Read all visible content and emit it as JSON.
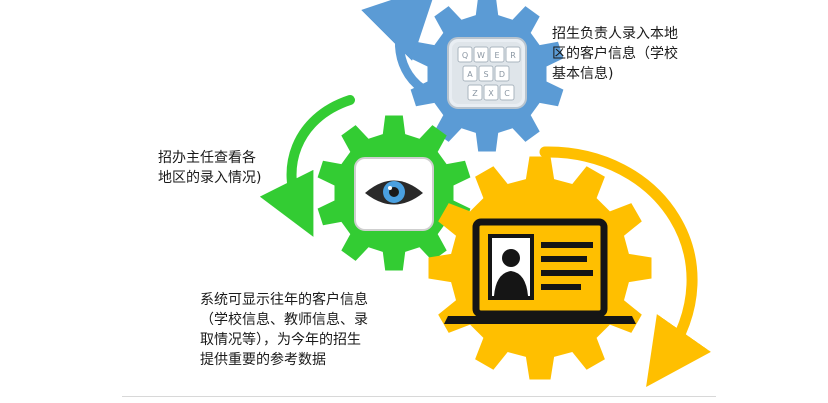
{
  "captions": {
    "recruiter": {
      "lines": [
        "招生负责人录入本地",
        "区的客户信息（学校",
        "基本信息)"
      ]
    },
    "director": {
      "lines": [
        "招办主任查看各",
        "地区的录入情况)"
      ]
    },
    "system": {
      "lines": [
        "系统可显示往年的客户信息",
        "（学校信息、教师信息、录",
        "取情况等），为今年的招生",
        "提供重要的参考数据"
      ]
    }
  },
  "keyboard_keys": [
    "Q",
    "W",
    "E",
    "R",
    "A",
    "S",
    "D",
    "Z",
    "X",
    "C"
  ],
  "colors": {
    "blue_gear": "#5b9bd5",
    "green_gear": "#33cc33",
    "yellow_gear": "#ffbf00",
    "text": "#1a1a1a"
  },
  "icons": [
    "keyboard-icon",
    "eye-icon",
    "laptop-profile-icon",
    "cycle-arrow-icon"
  ]
}
